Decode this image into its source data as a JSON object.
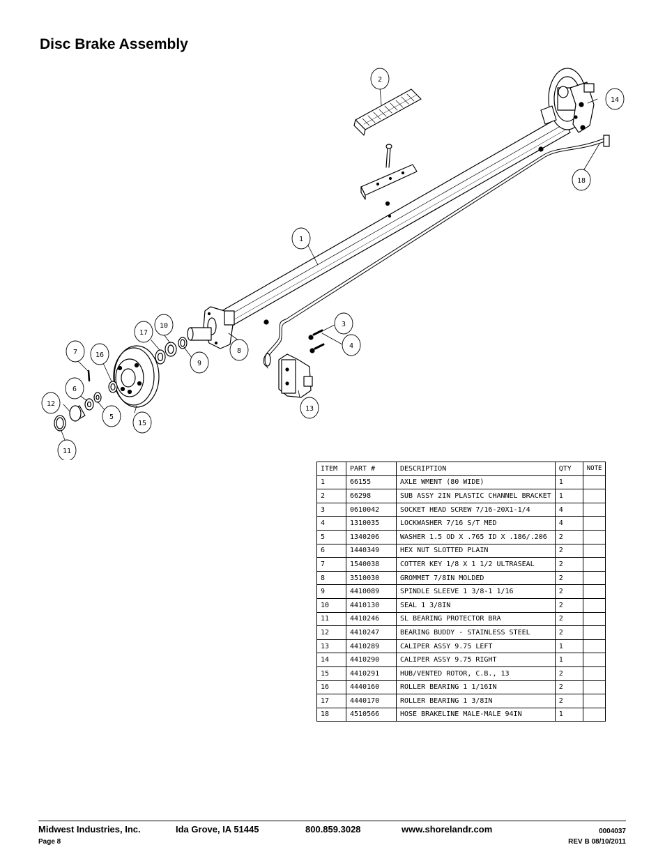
{
  "title": "Disc Brake Assembly",
  "diagram": {
    "callouts": [
      "1",
      "2",
      "3",
      "4",
      "5",
      "6",
      "7",
      "8",
      "9",
      "10",
      "11",
      "12",
      "13",
      "14",
      "15",
      "16",
      "17",
      "18"
    ]
  },
  "table": {
    "headers": [
      "ITEM",
      "PART #",
      "DESCRIPTION",
      "QTY",
      "NOTE"
    ],
    "rows": [
      [
        "1",
        "66155",
        "AXLE WMENT (80 WIDE)",
        "1",
        ""
      ],
      [
        "2",
        "66298",
        "SUB ASSY 2IN PLASTIC CHANNEL BRACKET",
        "1",
        ""
      ],
      [
        "3",
        "0610042",
        "SOCKET HEAD SCREW 7/16-20X1-1/4",
        "4",
        ""
      ],
      [
        "4",
        "1310035",
        "LOCKWASHER 7/16 S/T MED",
        "4",
        ""
      ],
      [
        "5",
        "1340206",
        "WASHER 1.5 OD X .765 ID X .186/.206",
        "2",
        ""
      ],
      [
        "6",
        "1440349",
        "HEX NUT SLOTTED PLAIN",
        "2",
        ""
      ],
      [
        "7",
        "1540038",
        "COTTER KEY 1/8 X 1 1/2 ULTRASEAL",
        "2",
        ""
      ],
      [
        "8",
        "3510030",
        "GROMMET  7/8IN MOLDED",
        "2",
        ""
      ],
      [
        "9",
        "4410089",
        "SPINDLE SLEEVE  1 3/8-1 1/16",
        "2",
        ""
      ],
      [
        "10",
        "4410130",
        "SEAL  1 3/8IN",
        "2",
        ""
      ],
      [
        "11",
        "4410246",
        "SL BEARING PROTECTOR BRA",
        "2",
        ""
      ],
      [
        "12",
        "4410247",
        "BEARING BUDDY - STAINLESS STEEL",
        "2",
        ""
      ],
      [
        "13",
        "4410289",
        "CALIPER ASSY 9.75 LEFT",
        "1",
        ""
      ],
      [
        "14",
        "4410290",
        "CALIPER ASSY 9.75 RIGHT",
        "1",
        ""
      ],
      [
        "15",
        "4410291",
        "HUB/VENTED ROTOR, C.B.,  13",
        "2",
        ""
      ],
      [
        "16",
        "4440160",
        "ROLLER BEARING   1 1/16IN",
        "2",
        ""
      ],
      [
        "17",
        "4440170",
        "ROLLER BEARING   1 3/8IN",
        "2",
        ""
      ],
      [
        "18",
        "4510566",
        "HOSE BRAKELINE MALE-MALE 94IN",
        "1",
        ""
      ]
    ]
  },
  "footer": {
    "company": "Midwest Industries, Inc.",
    "location": "Ida Grove, IA  51445",
    "phone": "800.859.3028",
    "website": "www.shorelandr.com",
    "doc_number": "0004037",
    "page": "Page 8",
    "revision": "REV B  08/10/2011"
  }
}
